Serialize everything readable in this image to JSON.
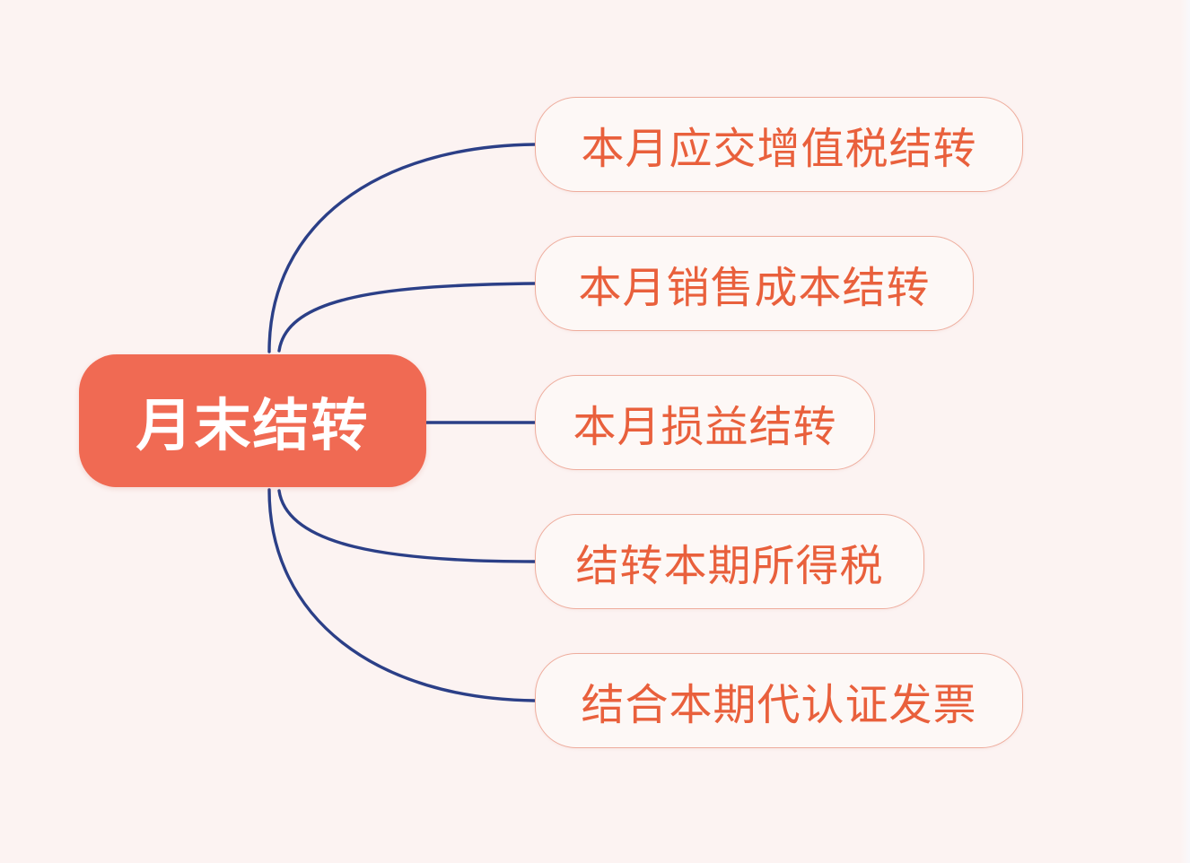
{
  "diagram": {
    "type": "mindmap",
    "orientation": "left-root-right-branches",
    "background_color": "#FCF3F2",
    "connector_color": "#2B3F87",
    "central": {
      "label": "月末结转",
      "fill_color": "#F06A53",
      "text_color": "#FFFFFF"
    },
    "branch_style": {
      "fill_color": "#FDF8F6",
      "border_color": "#EEAC9C",
      "text_color": "#E9603C"
    },
    "branches": [
      {
        "label": "本月应交增值税结转"
      },
      {
        "label": "本月销售成本结转"
      },
      {
        "label": "本月损益结转"
      },
      {
        "label": "结转本期所得税"
      },
      {
        "label": "结合本期代认证发票"
      }
    ]
  }
}
